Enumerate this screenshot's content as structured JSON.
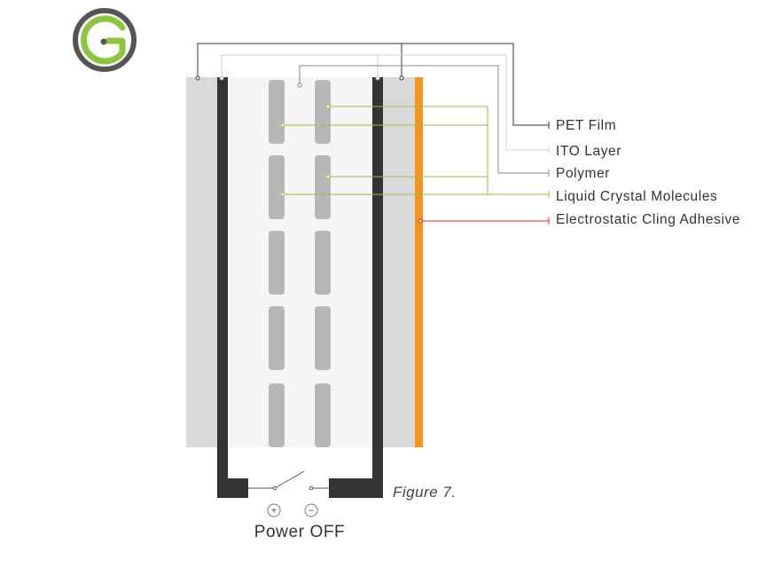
{
  "labels": {
    "pet_film": "PET Film",
    "ito_layer": "ITO Layer",
    "polymer": "Polymer",
    "liquid_crystal": "Liquid Crystal Molecules",
    "adhesive": "Electrostatic Cling Adhesive"
  },
  "figure_caption": "Figure 7.",
  "power_state": "Power OFF",
  "terminals": {
    "positive": "+",
    "negative": "−"
  },
  "colors": {
    "logo_ring": "#555555",
    "logo_accent": "#8cc63f",
    "pet_film": "#d9d9d9",
    "ito_layer": "#333333",
    "polymer_gap": "#f5f5f5",
    "liquid_crystal": "#b7b7b7",
    "adhesive": "#f7941d",
    "leader_pet": "#333333",
    "leader_ito": "#cfcfcf",
    "leader_polymer": "#888888",
    "leader_lc": "#8cc63f",
    "leader_adhesive": "#e2231a"
  }
}
